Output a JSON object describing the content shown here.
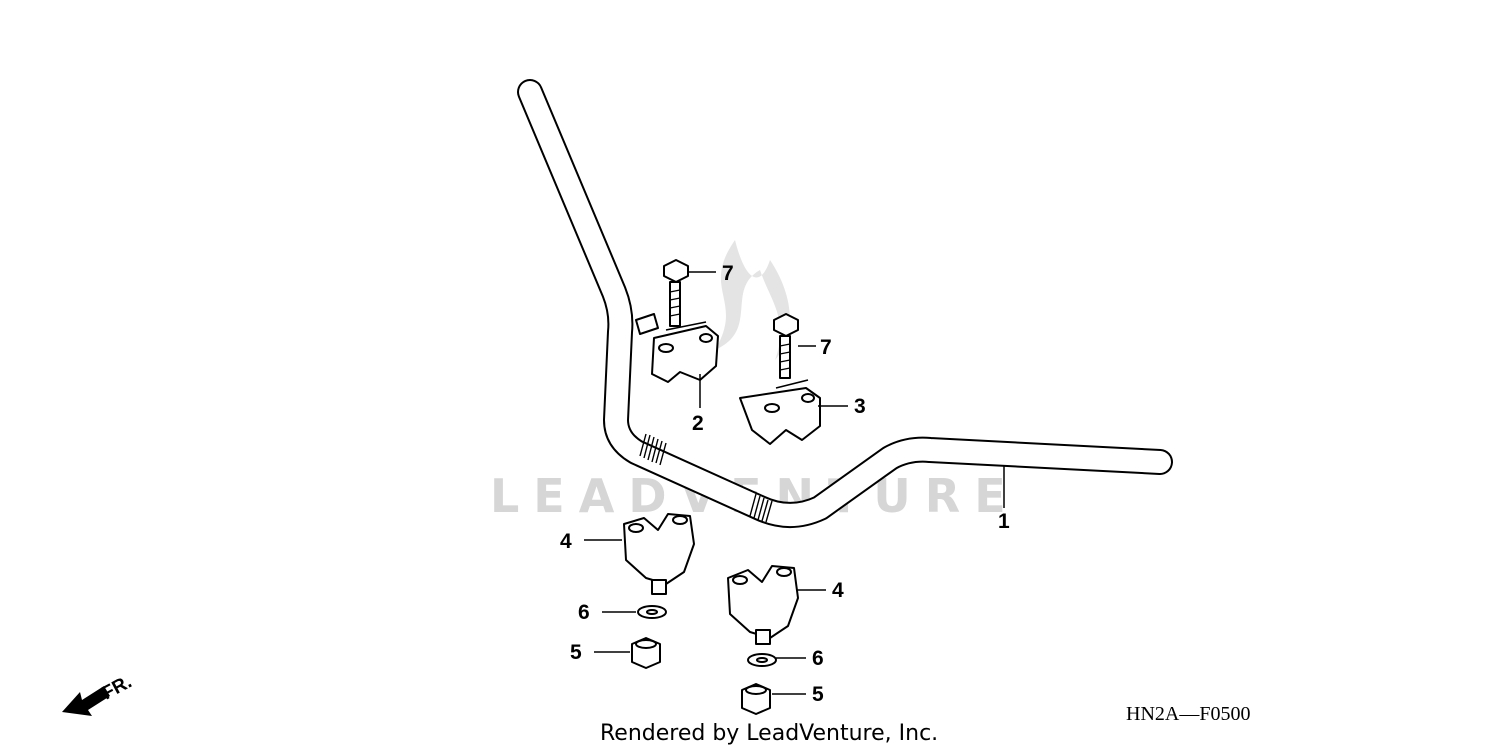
{
  "diagram": {
    "code": "HN2A—F0500",
    "credit": "Rendered by LeadVenture, Inc.",
    "watermark": "LEADVENTURE",
    "direction_label": "FR.",
    "callouts": [
      {
        "id": "c1",
        "number": "1"
      },
      {
        "id": "c2",
        "number": "2"
      },
      {
        "id": "c3",
        "number": "3"
      },
      {
        "id": "c4a",
        "number": "4"
      },
      {
        "id": "c4b",
        "number": "4"
      },
      {
        "id": "c5a",
        "number": "5"
      },
      {
        "id": "c5b",
        "number": "5"
      },
      {
        "id": "c6a",
        "number": "6"
      },
      {
        "id": "c6b",
        "number": "6"
      },
      {
        "id": "c7a",
        "number": "7"
      },
      {
        "id": "c7b",
        "number": "7"
      }
    ]
  }
}
